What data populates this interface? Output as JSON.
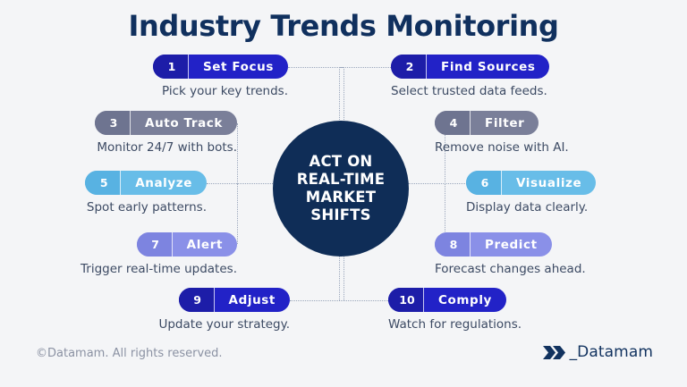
{
  "page": {
    "title": "Industry Trends Monitoring",
    "background_color": "#f4f5f7"
  },
  "hub": {
    "line1": "ACT ON",
    "line2": "REAL-TIME",
    "line3": "MARKET",
    "line4": "SHIFTS",
    "fill_color": "#0f2d57",
    "text_color": "#ffffff"
  },
  "steps": [
    {
      "number": "1",
      "label": "Set Focus",
      "caption": "Pick your key trends.",
      "side": "left",
      "body_color": "#2222c7",
      "badge_color": "#1d1da8"
    },
    {
      "number": "2",
      "label": "Find Sources",
      "caption": "Select trusted data feeds.",
      "side": "right",
      "body_color": "#2222c7",
      "badge_color": "#1d1da8"
    },
    {
      "number": "3",
      "label": "Auto Track",
      "caption": "Monitor 24/7 with bots.",
      "side": "left",
      "body_color": "#7a7f99",
      "badge_color": "#6e7490"
    },
    {
      "number": "4",
      "label": "Filter",
      "caption": "Remove noise with AI.",
      "side": "right",
      "body_color": "#7a7f99",
      "badge_color": "#6e7490"
    },
    {
      "number": "5",
      "label": "Analyze",
      "caption": "Spot early patterns.",
      "side": "left",
      "body_color": "#68bde8",
      "badge_color": "#58b2e2"
    },
    {
      "number": "6",
      "label": "Visualize",
      "caption": "Display data clearly.",
      "side": "right",
      "body_color": "#68bde8",
      "badge_color": "#58b2e2"
    },
    {
      "number": "7",
      "label": "Alert",
      "caption": "Trigger real-time updates.",
      "side": "left",
      "body_color": "#8a90e8",
      "badge_color": "#7d84e0"
    },
    {
      "number": "8",
      "label": "Predict",
      "caption": "Forecast changes ahead.",
      "side": "right",
      "body_color": "#8a90e8",
      "badge_color": "#7d84e0"
    },
    {
      "number": "9",
      "label": "Adjust",
      "caption": "Update your strategy.",
      "side": "left",
      "body_color": "#2222c7",
      "badge_color": "#1d1da8"
    },
    {
      "number": "10",
      "label": "Comply",
      "caption": "Watch for regulations.",
      "side": "right",
      "body_color": "#2222c7",
      "badge_color": "#1d1da8"
    }
  ],
  "footer": {
    "copyright": "©Datamam. All rights reserved.",
    "logo_text": "_Datamam",
    "logo_icon": "double-chevron-icon"
  }
}
